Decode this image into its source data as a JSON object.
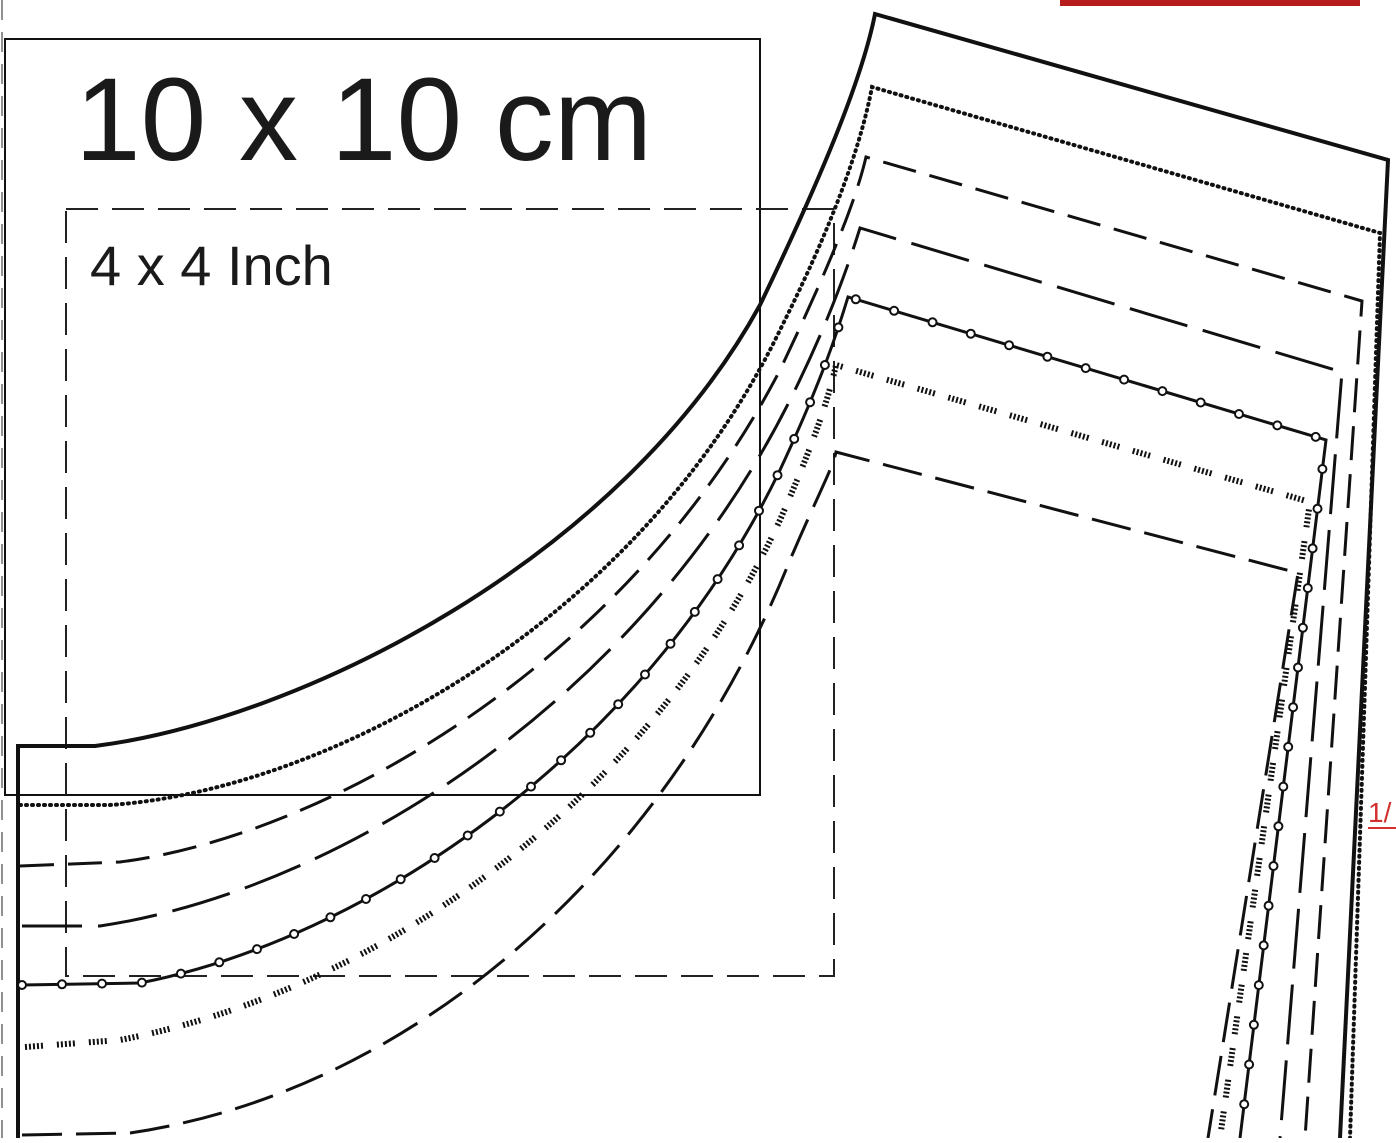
{
  "scale_box": {
    "metric_label": "10 x 10 cm",
    "imperial_label": "4 x 4 Inch"
  },
  "pattern": {
    "size_lines": [
      {
        "id": "size-1",
        "style": "solid"
      },
      {
        "id": "size-2",
        "style": "dotted"
      },
      {
        "id": "size-3",
        "style": "dash-cross"
      },
      {
        "id": "size-4",
        "style": "long-dash"
      },
      {
        "id": "size-5",
        "style": "solid-circles"
      },
      {
        "id": "size-6",
        "style": "hatched"
      },
      {
        "id": "size-7",
        "style": "dashed"
      }
    ],
    "link_fragment": "1/",
    "link_color": "#d32f2f"
  }
}
